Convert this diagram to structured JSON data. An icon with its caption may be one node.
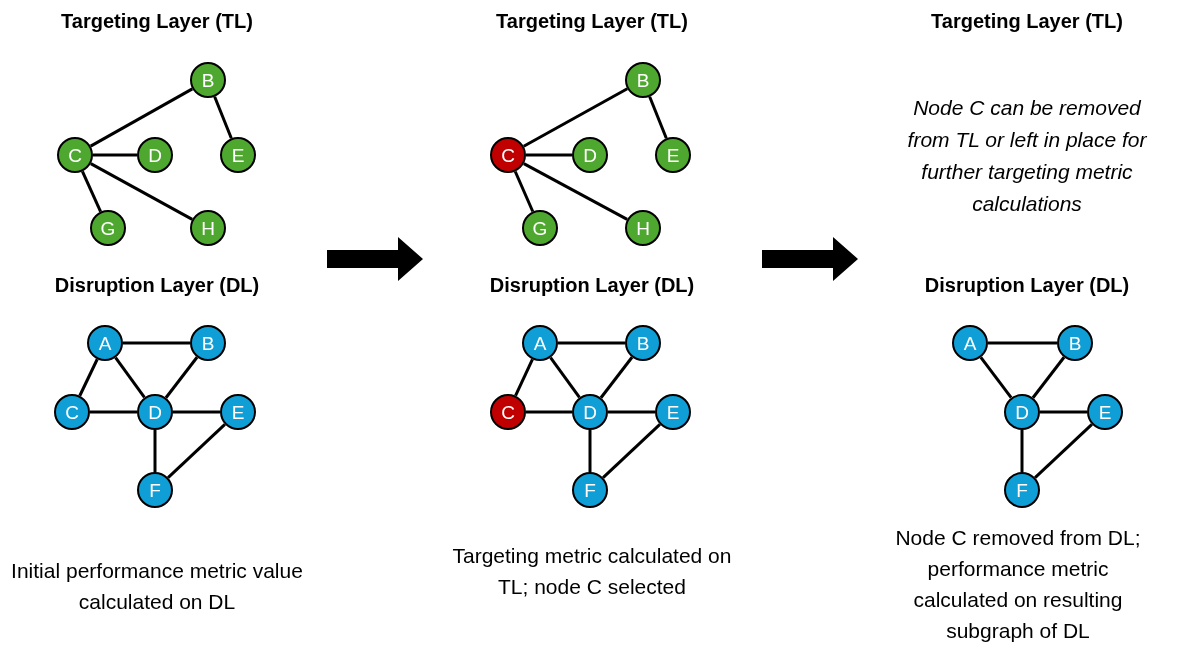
{
  "diagram": {
    "nodes": [
      {
        "text": [
          "B"
        ]
      },
      {
        "text": [
          "C"
        ]
      },
      {
        "text": [
          "D"
        ]
      },
      {
        "text": [
          "E"
        ]
      },
      {
        "text": [
          "G"
        ]
      },
      {
        "text": [
          "H"
        ]
      },
      {
        "text": [
          "A"
        ]
      },
      {
        "text": [
          "B"
        ]
      },
      {
        "text": [
          "C"
        ]
      },
      {
        "text": [
          "D"
        ]
      },
      {
        "text": [
          "E"
        ]
      },
      {
        "text": [
          "F"
        ]
      },
      {
        "text": [
          "B"
        ]
      },
      {
        "text": [
          "C"
        ]
      },
      {
        "text": [
          "D"
        ]
      },
      {
        "text": [
          "E"
        ]
      },
      {
        "text": [
          "G"
        ]
      },
      {
        "text": [
          "H"
        ]
      },
      {
        "text": [
          "A"
        ]
      },
      {
        "text": [
          "B"
        ]
      },
      {
        "text": [
          "C"
        ]
      },
      {
        "text": [
          "D"
        ]
      },
      {
        "text": [
          "E"
        ]
      },
      {
        "text": [
          "F"
        ]
      },
      {
        "text": [
          "A"
        ]
      },
      {
        "text": [
          "B"
        ]
      },
      {
        "text": [
          "D"
        ]
      },
      {
        "text": [
          "E"
        ]
      },
      {
        "text": [
          "F"
        ]
      }
    ],
    "edges": [
      {
        "from": 1,
        "to": 0,
        "arrow": "none"
      },
      {
        "from": 0,
        "to": 3,
        "arrow": "none"
      },
      {
        "from": 1,
        "to": 2,
        "arrow": "none"
      },
      {
        "from": 1,
        "to": 4,
        "arrow": "none"
      },
      {
        "from": 1,
        "to": 5,
        "arrow": "none"
      },
      {
        "from": 6,
        "to": 7,
        "arrow": "none"
      },
      {
        "from": 6,
        "to": 8,
        "arrow": "none"
      },
      {
        "from": 6,
        "to": 9,
        "arrow": "none"
      },
      {
        "from": 7,
        "to": 9,
        "arrow": "none"
      },
      {
        "from": 8,
        "to": 9,
        "arrow": "none"
      },
      {
        "from": 9,
        "to": 10,
        "arrow": "none"
      },
      {
        "from": 9,
        "to": 11,
        "arrow": "none"
      },
      {
        "from": 10,
        "to": 11,
        "arrow": "none"
      },
      {
        "from": 13,
        "to": 12,
        "arrow": "none"
      },
      {
        "from": 12,
        "to": 15,
        "arrow": "none"
      },
      {
        "from": 13,
        "to": 14,
        "arrow": "none"
      },
      {
        "from": 13,
        "to": 16,
        "arrow": "none"
      },
      {
        "from": 13,
        "to": 17,
        "arrow": "none"
      },
      {
        "from": 18,
        "to": 19,
        "arrow": "none"
      },
      {
        "from": 18,
        "to": 20,
        "arrow": "none"
      },
      {
        "from": 18,
        "to": 21,
        "arrow": "none"
      },
      {
        "from": 19,
        "to": 21,
        "arrow": "none"
      },
      {
        "from": 20,
        "to": 21,
        "arrow": "none"
      },
      {
        "from": 21,
        "to": 22,
        "arrow": "none"
      },
      {
        "from": 21,
        "to": 23,
        "arrow": "none"
      },
      {
        "from": 22,
        "to": 23,
        "arrow": "none"
      },
      {
        "from": 24,
        "to": 25,
        "arrow": "none"
      },
      {
        "from": 24,
        "to": 26,
        "arrow": "none"
      },
      {
        "from": 25,
        "to": 26,
        "arrow": "none"
      },
      {
        "from": 26,
        "to": 27,
        "arrow": "none"
      },
      {
        "from": 26,
        "to": 28,
        "arrow": "none"
      },
      {
        "from": 27,
        "to": 28,
        "arrow": "none"
      }
    ],
    "labels": [
      "Targeting Layer (TL)",
      "Targeting Layer (TL)",
      "Targeting Layer (TL)",
      "Node C can be removed from TL or left in place for further targeting metric calculations",
      "Disruption Layer (DL)",
      "Disruption Layer (DL)",
      "Disruption Layer (DL)",
      "Initial performance metric value calculated on DL",
      "Targeting metric calculated on TL; node C selected",
      "Node C removed from DL; performance metric calculated on resulting subgraph of DL"
    ]
  }
}
